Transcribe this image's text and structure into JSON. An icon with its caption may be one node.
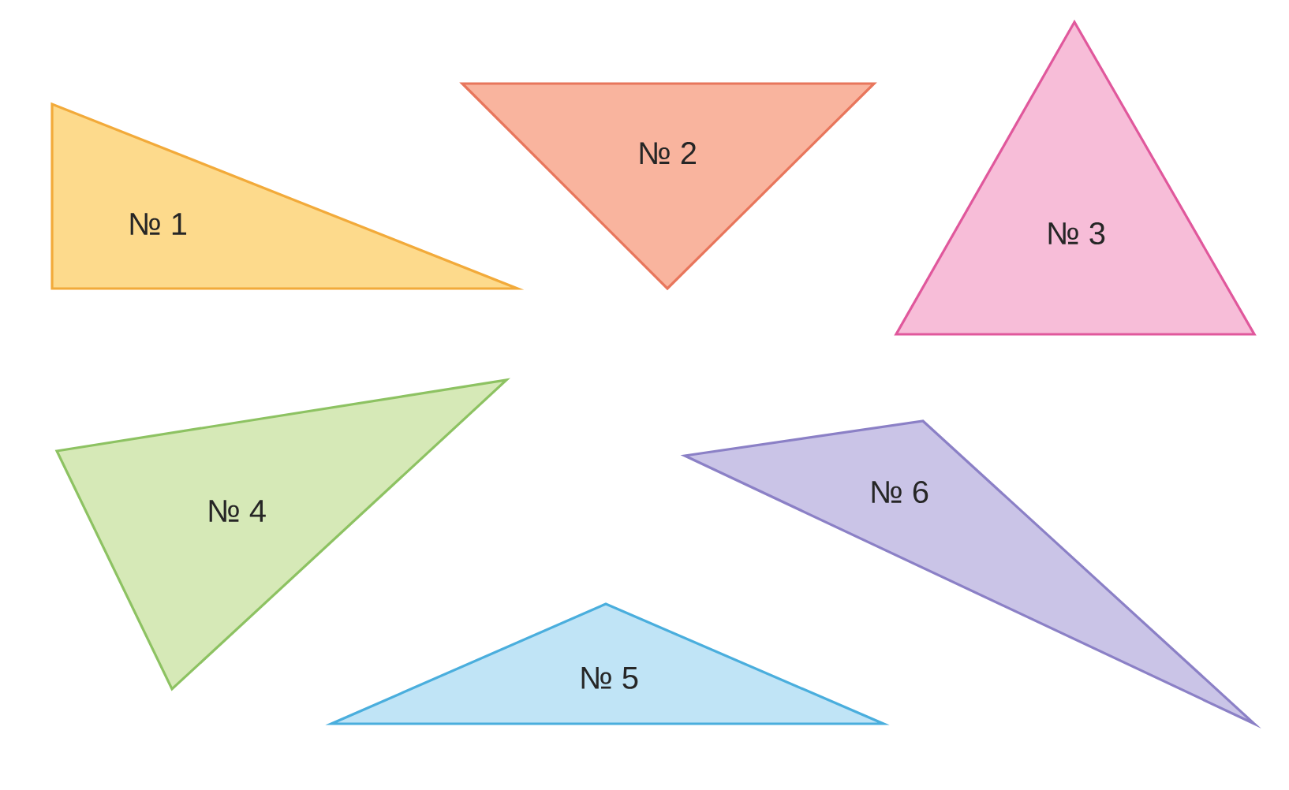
{
  "diagram": {
    "nodes": [
      {
        "text": [
          "№ 1"
        ]
      },
      {
        "text": [
          "№ 2"
        ]
      },
      {
        "text": [
          "№ 3"
        ]
      },
      {
        "text": [
          "№ 4"
        ]
      },
      {
        "text": [
          "№ 5"
        ]
      },
      {
        "text": [
          "№ 6"
        ]
      }
    ]
  }
}
